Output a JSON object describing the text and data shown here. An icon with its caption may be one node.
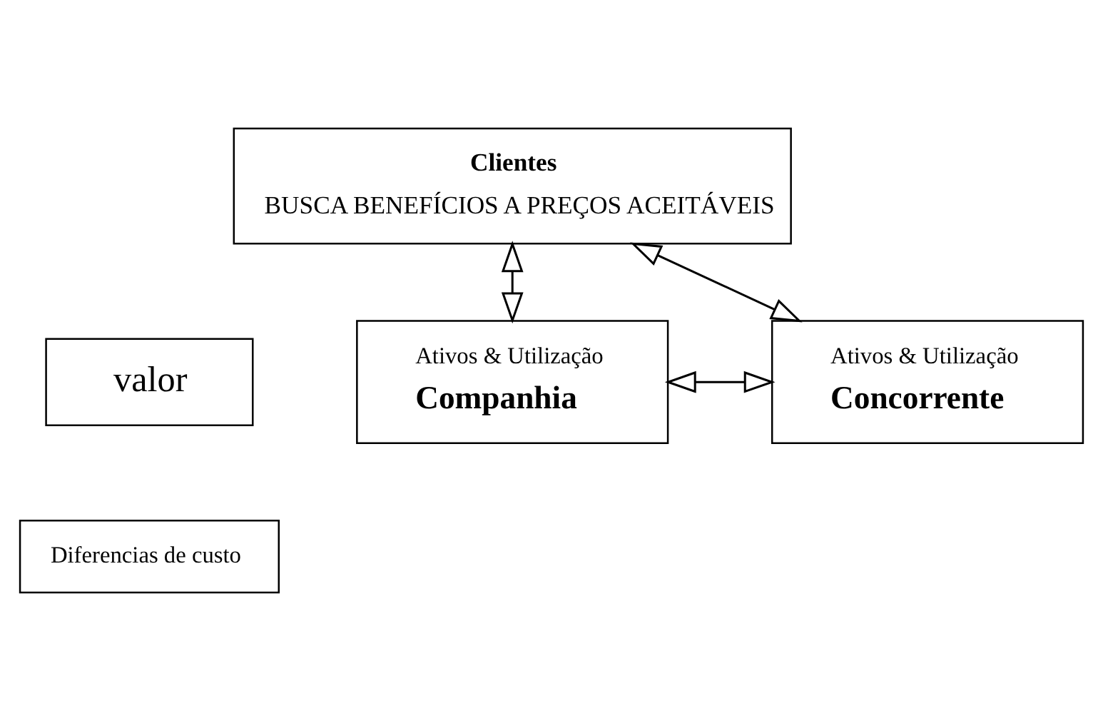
{
  "diagram": {
    "nodes": [
      {
        "text": [
          "Clientes",
          "BUSCA BENEFÍCIOS A PREÇOS ACEITÁVEIS"
        ]
      },
      {
        "text": [
          "valor"
        ]
      },
      {
        "text": [
          "Ativos & Utilização",
          "Companhia"
        ]
      },
      {
        "text": [
          "Ativos & Utilização",
          "Concorrente"
        ]
      },
      {
        "text": [
          "Diferencias de custo"
        ]
      }
    ],
    "edges": [
      {
        "from": 0,
        "to": 2,
        "arrow": "both"
      },
      {
        "from": 0,
        "to": 3,
        "arrow": "both"
      },
      {
        "from": 2,
        "to": 3,
        "arrow": "both"
      }
    ]
  }
}
